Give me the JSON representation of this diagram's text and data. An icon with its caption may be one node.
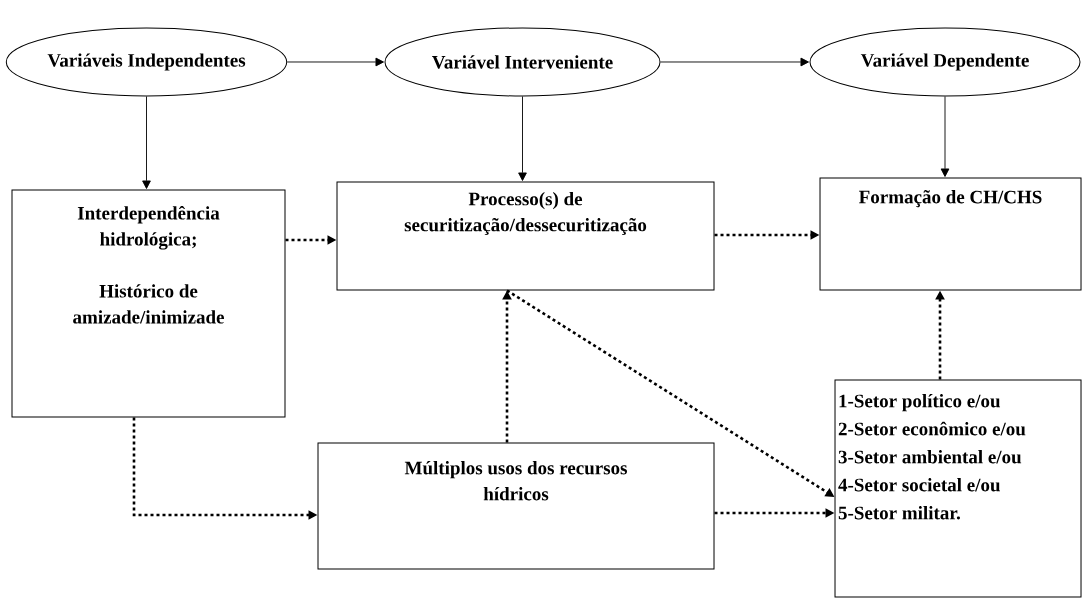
{
  "diagram": {
    "nodes": [
      {
        "text": [
          "Variáveis Independentes"
        ]
      },
      {
        "text": [
          "Variável Interveniente"
        ]
      },
      {
        "text": [
          "Variável Dependente"
        ]
      },
      {
        "text": [
          "Interdependência hidrológica;",
          "Histórico de amizade/inimizade"
        ]
      },
      {
        "text": [
          "Processo(s) de securitização/dessecuritização"
        ]
      },
      {
        "text": [
          "Formação de CH/CHS"
        ]
      },
      {
        "text": [
          "Múltiplos usos dos recursos hídricos"
        ]
      },
      {
        "text": [
          "1-Setor político e/ou",
          "2-Setor econômico e/ou",
          "3-Setor ambiental e/ou",
          "4-Setor societal e/ou",
          "5-Setor militar."
        ]
      }
    ],
    "edges": [
      {
        "from": 0,
        "to": 1,
        "arrow": "to"
      },
      {
        "from": 1,
        "to": 2,
        "arrow": "to"
      },
      {
        "from": 0,
        "to": 3,
        "arrow": "to"
      },
      {
        "from": 1,
        "to": 4,
        "arrow": "to"
      },
      {
        "from": 2,
        "to": 5,
        "arrow": "to"
      },
      {
        "from": 3,
        "to": 4,
        "arrow": "to",
        "style": "dashed"
      },
      {
        "from": 4,
        "to": 5,
        "arrow": "to",
        "style": "dashed"
      },
      {
        "from": 3,
        "to": 6,
        "arrow": "to",
        "style": "dashed"
      },
      {
        "from": 6,
        "to": 4,
        "arrow": "to",
        "style": "dashed"
      },
      {
        "from": 4,
        "to": 7,
        "arrow": "to",
        "style": "dashed"
      },
      {
        "from": 6,
        "to": 7,
        "arrow": "to",
        "style": "dashed"
      },
      {
        "from": 7,
        "to": 5,
        "arrow": "to",
        "style": "dashed"
      }
    ]
  }
}
